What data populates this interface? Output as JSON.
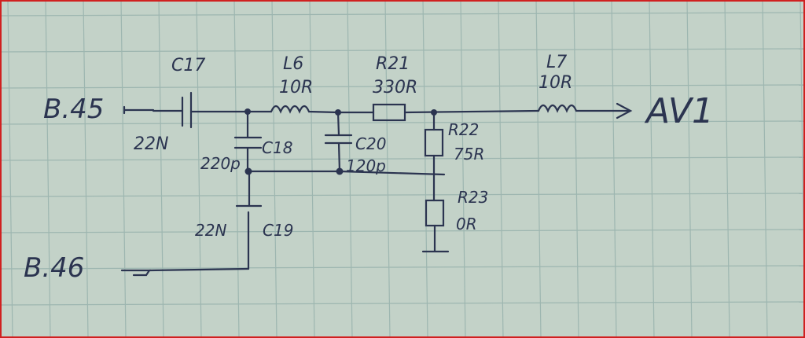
{
  "colors": {
    "paper": "#c3d2c8",
    "grid": "#9db6b0",
    "ink": "#2b3450",
    "border": "#d02020"
  },
  "ports": {
    "in1": "B.45",
    "in2": "B.46",
    "out": "AV1"
  },
  "components": {
    "c17": {
      "ref": "C17",
      "value": "22N"
    },
    "l6": {
      "ref": "L6",
      "value": "10R"
    },
    "r21": {
      "ref": "R21",
      "value": "330R"
    },
    "l7": {
      "ref": "L7",
      "value": "10R"
    },
    "c18": {
      "ref": "C18",
      "value": "220p"
    },
    "c20": {
      "ref": "C20",
      "value": "120p"
    },
    "r22": {
      "ref": "R22",
      "value": "75R"
    },
    "r23": {
      "ref": "R23",
      "value": "0R"
    },
    "c19": {
      "ref": "C19",
      "value": "22N"
    }
  }
}
